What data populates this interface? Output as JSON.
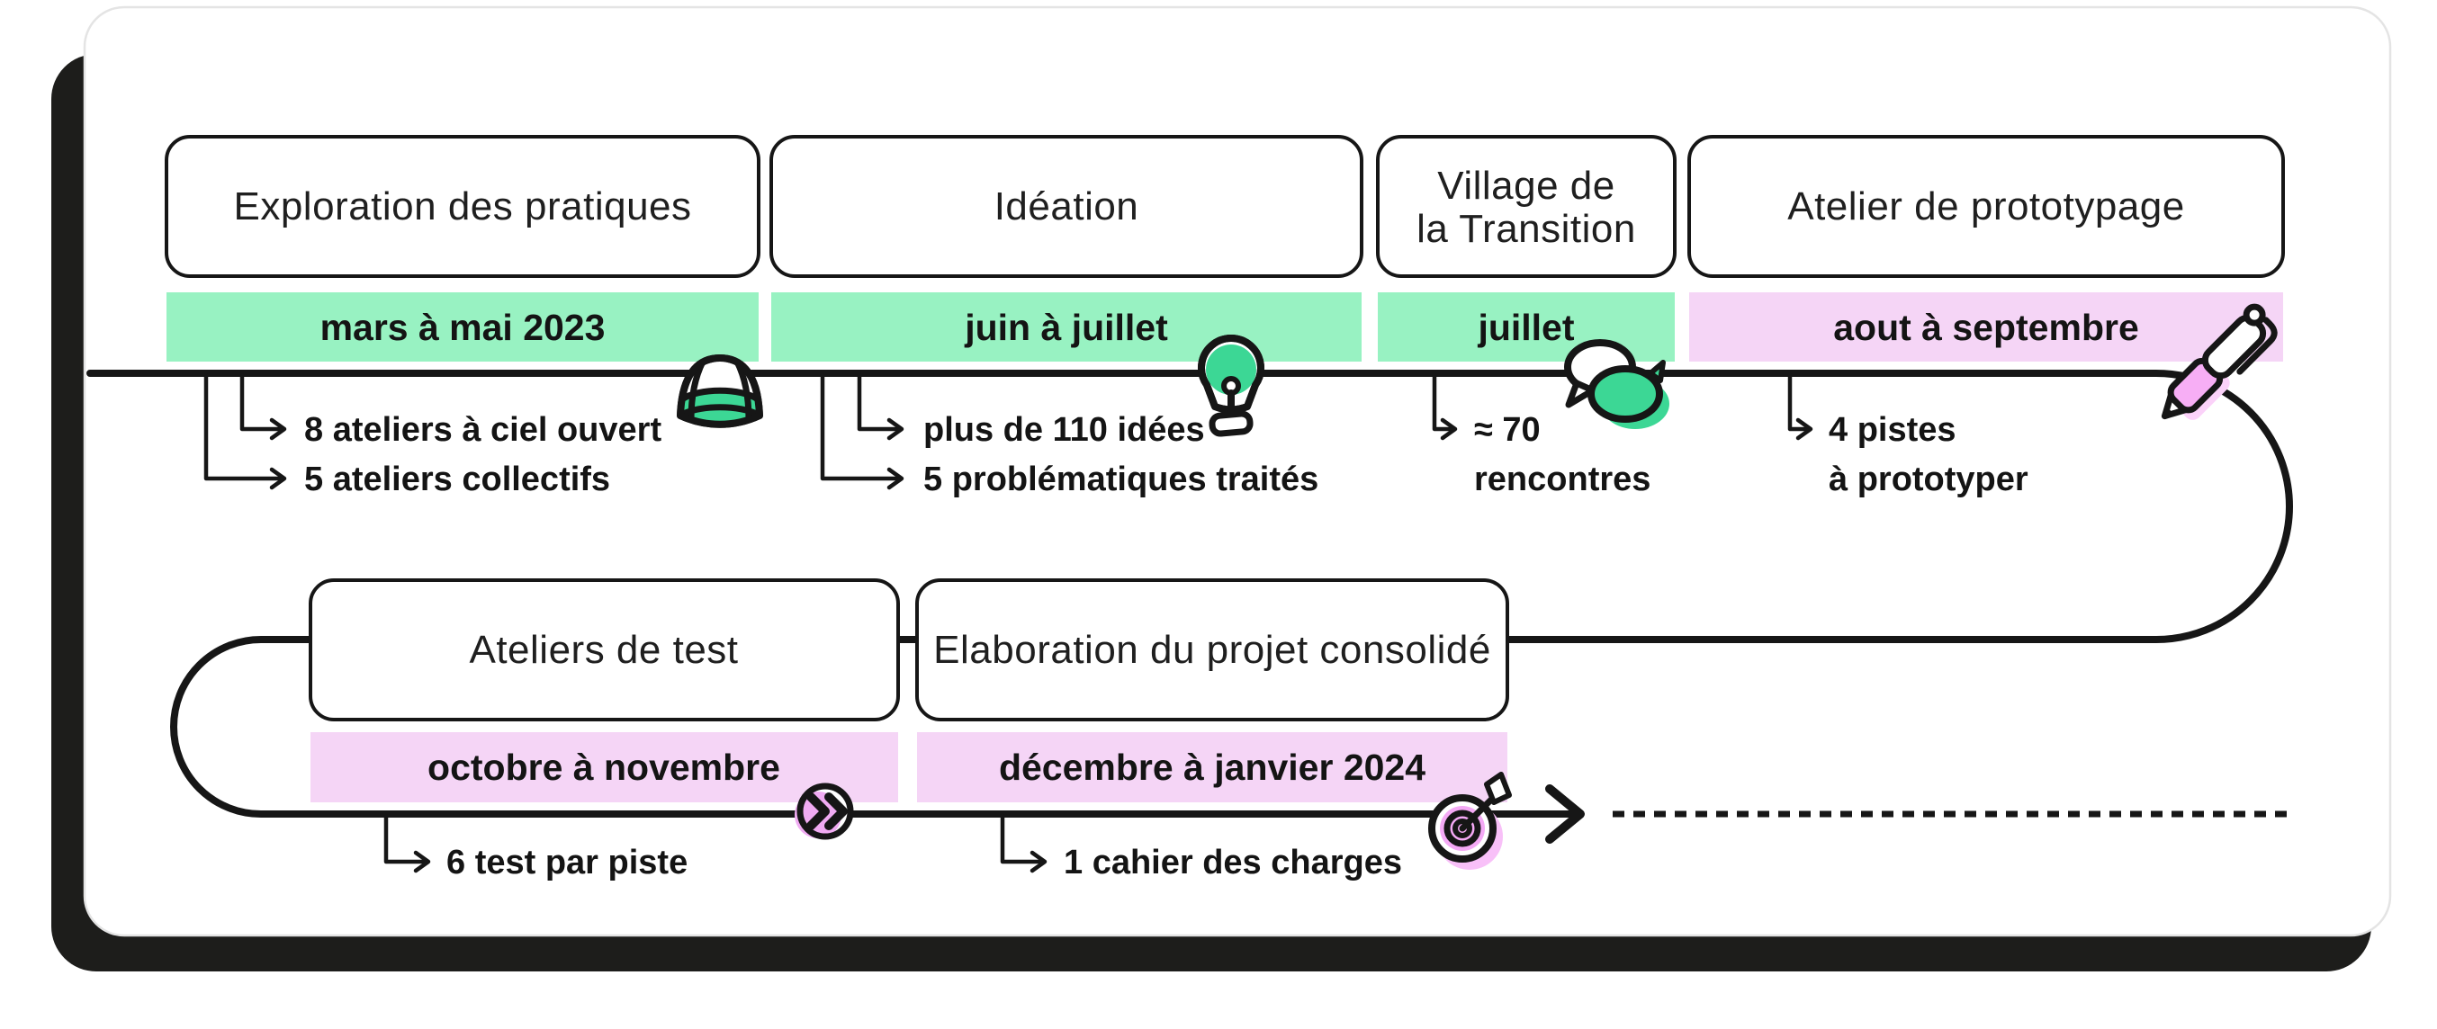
{
  "palette": {
    "ink": "#161616",
    "green_band": "#98f2c2",
    "green_accent": "#3cd795",
    "pink_band": "#f5d5f6",
    "pink_accent": "#f0abf2",
    "card_shadow": "#1d1d1b",
    "card_border": "#e4e4e4"
  },
  "timeline": {
    "top_phases": [
      {
        "label_lines": [
          "Exploration des pratiques"
        ],
        "period": "mars à mai 2023",
        "period_style": "green",
        "icon": "globe-dome-icon",
        "items": [
          {
            "lines": [
              "8 ateliers à ciel ouvert"
            ]
          },
          {
            "lines": [
              "5 ateliers collectifs"
            ]
          }
        ]
      },
      {
        "label_lines": [
          "Idéation"
        ],
        "period": "juin à juillet",
        "period_style": "green",
        "icon": "lightbulb-icon",
        "items": [
          {
            "lines": [
              "plus de 110 idées"
            ]
          },
          {
            "lines": [
              "5 problématiques traités"
            ]
          }
        ]
      },
      {
        "label_lines": [
          "Village de",
          "la Transition"
        ],
        "period": "juillet",
        "period_style": "green",
        "icon": "speech-bubbles-icon",
        "items": [
          {
            "lines": [
              "≈ 70",
              "rencontres"
            ]
          }
        ]
      },
      {
        "label_lines": [
          "Atelier de prototypage"
        ],
        "period": "aout à septembre",
        "period_style": "pink",
        "icon": "pen-icon",
        "items": [
          {
            "lines": [
              "4 pistes",
              "à prototyper"
            ]
          }
        ]
      }
    ],
    "bottom_phases": [
      {
        "label_lines": [
          "Ateliers de test"
        ],
        "period": "octobre à novembre",
        "period_style": "pink",
        "icon": "fast-forward-icon",
        "items": [
          {
            "lines": [
              "6 test par piste"
            ]
          }
        ]
      },
      {
        "label_lines": [
          "Elaboration du projet consolidé"
        ],
        "period": "décembre à janvier 2024",
        "period_style": "pink",
        "icon": "target-icon",
        "items": [
          {
            "lines": [
              "1 cahier des charges"
            ]
          }
        ]
      }
    ]
  }
}
